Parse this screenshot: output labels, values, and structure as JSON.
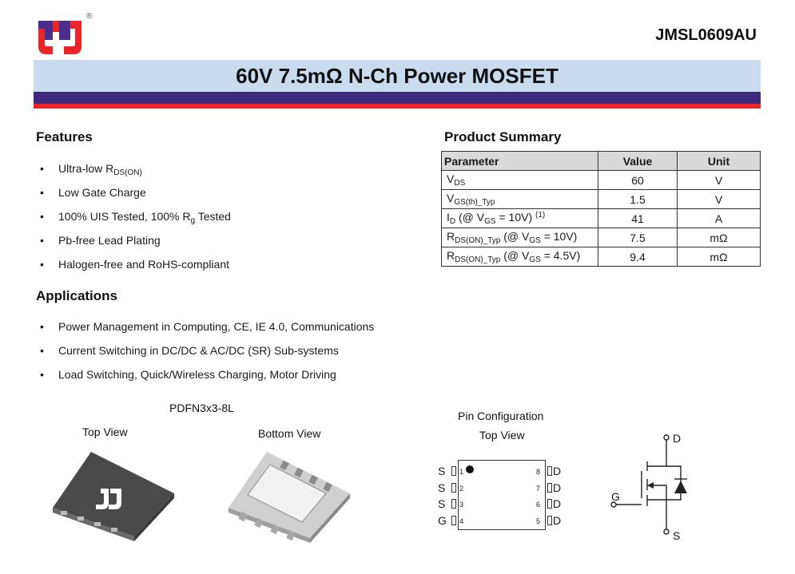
{
  "header": {
    "registered_mark": "®",
    "part_number": "JMSL0609AU",
    "title": "60V 7.5mΩ N-Ch Power MOSFET"
  },
  "features": {
    "heading": "Features",
    "items": [
      {
        "text": "Ultra-low R",
        "sub": "DS(ON)",
        "tail": ""
      },
      {
        "text": "Low Gate Charge",
        "sub": "",
        "tail": ""
      },
      {
        "text": "100% UIS Tested, 100% R",
        "sub": "g",
        "tail": " Tested"
      },
      {
        "text": "Pb-free Lead Plating",
        "sub": "",
        "tail": ""
      },
      {
        "text": "Halogen-free and RoHS-compliant",
        "sub": "",
        "tail": ""
      }
    ]
  },
  "applications": {
    "heading": "Applications",
    "items": [
      "Power Management in Computing, CE, IE 4.0, Communications",
      "Current Switching in DC/DC & AC/DC (SR) Sub-systems",
      "Load Switching, Quick/Wireless Charging, Motor Driving"
    ]
  },
  "product_summary": {
    "heading": "Product Summary",
    "columns": [
      "Parameter",
      "Value",
      "Unit"
    ],
    "rows": [
      {
        "p1": "V",
        "s1": "DS",
        "p2": "",
        "s2": "",
        "p3": "",
        "sup": "",
        "value": "60",
        "unit": "V"
      },
      {
        "p1": "V",
        "s1": "GS(th)_Typ",
        "p2": "",
        "s2": "",
        "p3": "",
        "sup": "",
        "value": "1.5",
        "unit": "V"
      },
      {
        "p1": "I",
        "s1": "D",
        "p2": " (@ V",
        "s2": "GS",
        "p3": " = 10V) ",
        "sup": "(1)",
        "value": "41",
        "unit": "A"
      },
      {
        "p1": "R",
        "s1": "DS(ON)_Typ",
        "p2": " (@ V",
        "s2": "GS",
        "p3": " = 10V)",
        "sup": "",
        "value": "7.5",
        "unit": "mΩ"
      },
      {
        "p1": "R",
        "s1": "DS(ON)_Typ",
        "p2": " (@ V",
        "s2": "GS",
        "p3": " = 4.5V)",
        "sup": "",
        "value": "9.4",
        "unit": "mΩ"
      }
    ]
  },
  "package": {
    "name": "PDFN3x3-8L",
    "top_view": "Top View",
    "bottom_view": "Bottom View"
  },
  "pin_config": {
    "title": "Pin Configuration",
    "subtitle": "Top View",
    "left_pins": [
      {
        "label": "S",
        "num": "1"
      },
      {
        "label": "S",
        "num": "2"
      },
      {
        "label": "S",
        "num": "3"
      },
      {
        "label": "G",
        "num": "4"
      }
    ],
    "right_pins": [
      {
        "label": "D",
        "num": "8"
      },
      {
        "label": "D",
        "num": "7"
      },
      {
        "label": "D",
        "num": "6"
      },
      {
        "label": "D",
        "num": "5"
      }
    ]
  },
  "schematic": {
    "drain": "D",
    "gate": "G",
    "source": "S"
  },
  "colors": {
    "title_band": "#c9dcef",
    "stripe_purple": "#3d2a7e",
    "stripe_red": "#e8252b",
    "logo_red": "#e8252b",
    "logo_purple": "#4a2d8c"
  }
}
